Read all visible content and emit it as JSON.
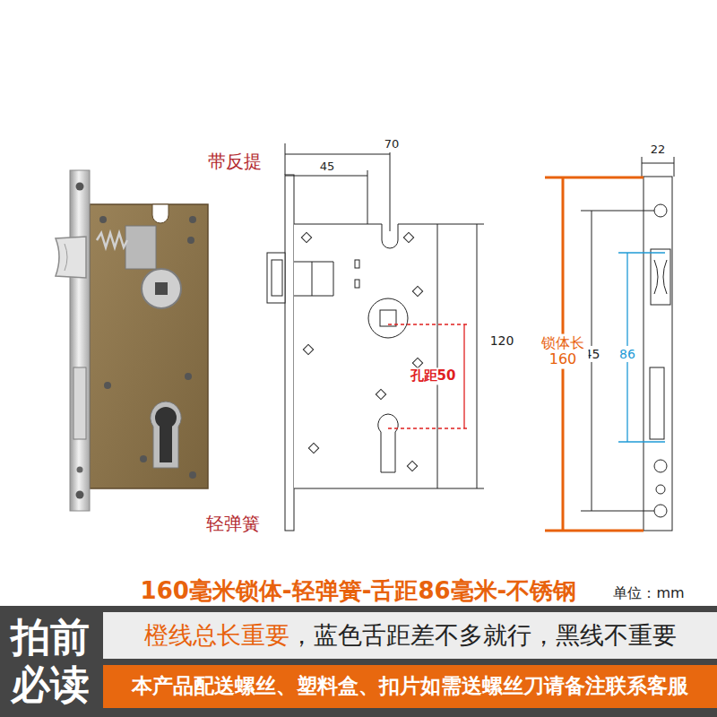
{
  "diagram": {
    "nodes": [
      {
        "text": [
          "拍前 必读"
        ]
      },
      {
        "text": [
          "橙线总长重要",
          "，蓝色舌距差不多就行，黑线不重要"
        ]
      },
      {
        "text": [
          "本产品配送螺丝、塑料盒、扣片如需送螺丝刀请备注联系客服"
        ]
      }
    ],
    "labels": [
      "带反提",
      "轻弹簧",
      "45",
      "70",
      "120",
      "孔距50",
      "22",
      "145",
      "86",
      "锁体长 160",
      "160毫米锁体-轻弹簧-舌距86毫米-不锈钢",
      "单位：mm"
    ]
  }
}
